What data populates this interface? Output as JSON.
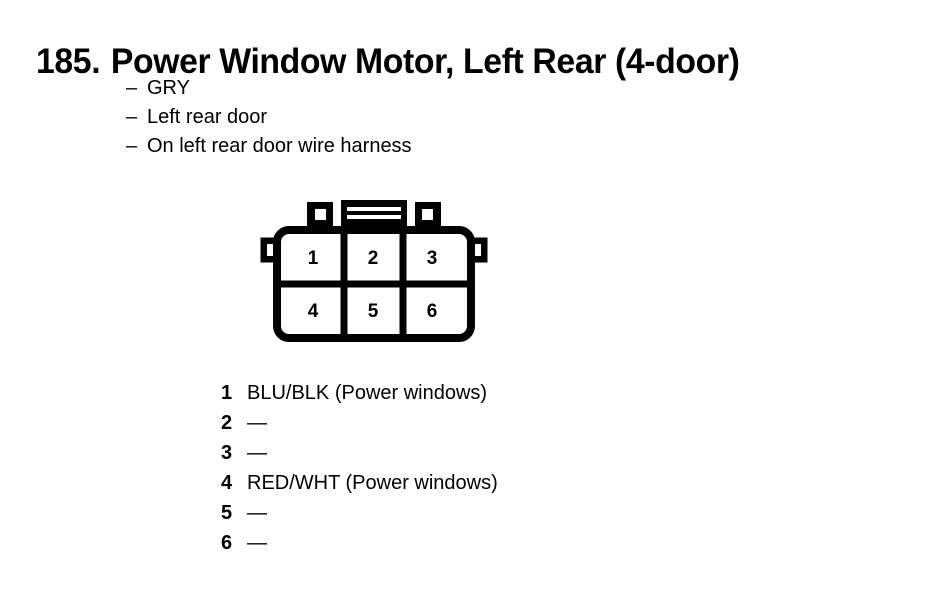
{
  "page": {
    "item_number": "185.",
    "title": "Power Window Motor, Left Rear (4-door)",
    "background_color": "#ffffff",
    "ink_color": "#000000"
  },
  "attributes": {
    "dash": "–",
    "items": [
      {
        "text": "GRY"
      },
      {
        "text": "Left rear door"
      },
      {
        "text": "On left rear door wire harness"
      }
    ]
  },
  "connector": {
    "name": "6-way-connector",
    "cavity_count": 6,
    "rows": 2,
    "columns": 3,
    "cavities": [
      {
        "number": "1"
      },
      {
        "number": "2"
      },
      {
        "number": "3"
      },
      {
        "number": "4"
      },
      {
        "number": "5"
      },
      {
        "number": "6"
      }
    ],
    "features": {
      "left_tab": "square-hole-tab",
      "center_tab": "slotted-latch-tab",
      "right_tab": "square-hole-tab",
      "left_ear": "side-locking-ear",
      "right_ear": "side-locking-ear"
    }
  },
  "pin_legend": {
    "rows": [
      {
        "pin": "1",
        "description": "BLU/BLK (Power windows)"
      },
      {
        "pin": "2",
        "description": "—"
      },
      {
        "pin": "3",
        "description": "—"
      },
      {
        "pin": "4",
        "description": "RED/WHT (Power windows)"
      },
      {
        "pin": "5",
        "description": "—"
      },
      {
        "pin": "6",
        "description": "—"
      }
    ]
  }
}
